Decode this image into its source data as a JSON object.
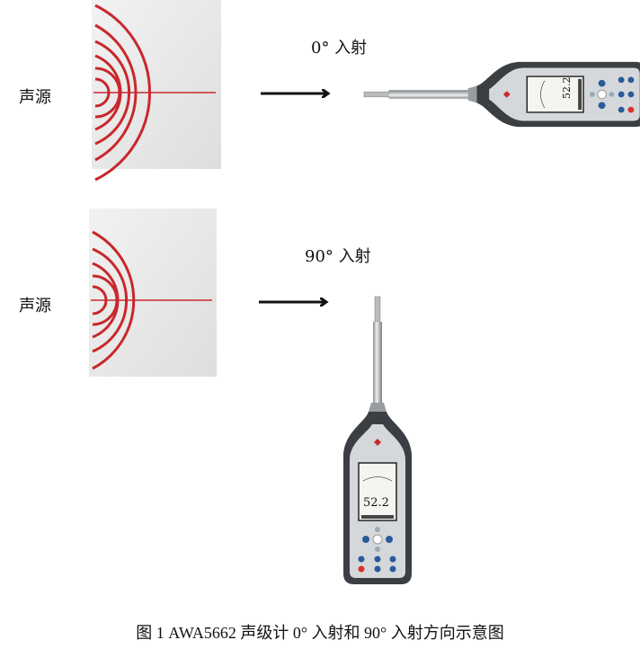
{
  "figure": {
    "rows": [
      {
        "source_label": "声源",
        "incidence_label": "0°  入射",
        "orientation": "horizontal"
      },
      {
        "source_label": "声源",
        "incidence_label": "90°  入射",
        "orientation": "vertical"
      }
    ],
    "meter": {
      "reading": "52.2"
    },
    "caption": "图 1    AWA5662  声级计 0°  入射和 90°  入射方向示意图",
    "colors": {
      "wave": "#c8282c",
      "meter_body": "#3b3e42",
      "button_blue": "#2a5a9a",
      "button_red": "#d8302c"
    }
  }
}
